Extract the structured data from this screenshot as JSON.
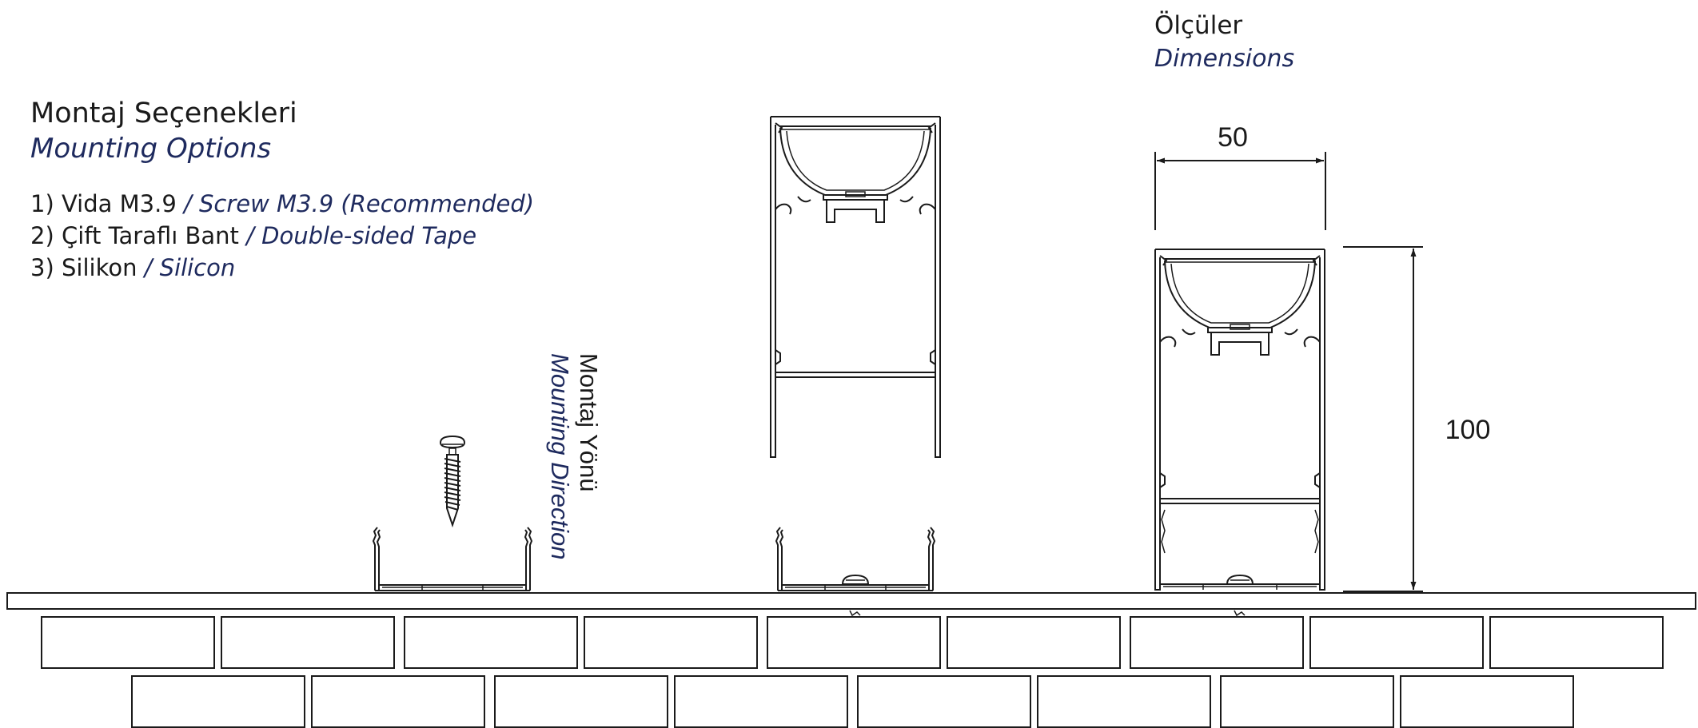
{
  "mounting": {
    "title_tr": "Montaj Seçenekleri",
    "title_en": "Mounting Options",
    "options": [
      {
        "tr": "1) Vida M3.9",
        "en": "/ Screw M3.9 (Recommended)"
      },
      {
        "tr": "2) Çift Taraflı Bant",
        "en": "/ Double-sided Tape"
      },
      {
        "tr": "3) Silikon",
        "en": "/ Silicon"
      }
    ]
  },
  "direction": {
    "label_tr": "Montaj Yönü",
    "label_en": "Mounting Direction"
  },
  "dimensions": {
    "title_tr": "Ölçüler",
    "title_en": "Dimensions",
    "width_label": "50",
    "height_label": "100"
  },
  "colors": {
    "line": "#1a1a1a",
    "accent_text": "#1e2a5e"
  }
}
